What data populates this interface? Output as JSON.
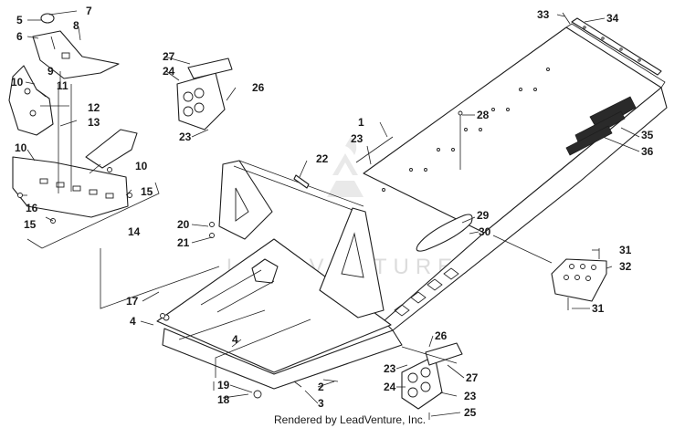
{
  "diagram": {
    "callouts": [
      {
        "id": "c1",
        "text": "1"
      },
      {
        "id": "c2",
        "text": "2"
      },
      {
        "id": "c3",
        "text": "3"
      },
      {
        "id": "c4a",
        "text": "4"
      },
      {
        "id": "c4b",
        "text": "4"
      },
      {
        "id": "c5",
        "text": "5"
      },
      {
        "id": "c6",
        "text": "6"
      },
      {
        "id": "c7",
        "text": "7"
      },
      {
        "id": "c8",
        "text": "8"
      },
      {
        "id": "c9",
        "text": "9"
      },
      {
        "id": "c10a",
        "text": "10"
      },
      {
        "id": "c10b",
        "text": "10"
      },
      {
        "id": "c10c",
        "text": "10"
      },
      {
        "id": "c11",
        "text": "11"
      },
      {
        "id": "c12",
        "text": "12"
      },
      {
        "id": "c13",
        "text": "13"
      },
      {
        "id": "c14",
        "text": "14"
      },
      {
        "id": "c15a",
        "text": "15"
      },
      {
        "id": "c15b",
        "text": "15"
      },
      {
        "id": "c16",
        "text": "16"
      },
      {
        "id": "c17",
        "text": "17"
      },
      {
        "id": "c18",
        "text": "18"
      },
      {
        "id": "c19",
        "text": "19"
      },
      {
        "id": "c20",
        "text": "20"
      },
      {
        "id": "c21",
        "text": "21"
      },
      {
        "id": "c22",
        "text": "22"
      },
      {
        "id": "c23a",
        "text": "23"
      },
      {
        "id": "c23b",
        "text": "23"
      },
      {
        "id": "c23c",
        "text": "23"
      },
      {
        "id": "c23d",
        "text": "23"
      },
      {
        "id": "c24a",
        "text": "24"
      },
      {
        "id": "c24b",
        "text": "24"
      },
      {
        "id": "c25",
        "text": "25"
      },
      {
        "id": "c26a",
        "text": "26"
      },
      {
        "id": "c26b",
        "text": "26"
      },
      {
        "id": "c27a",
        "text": "27"
      },
      {
        "id": "c27b",
        "text": "27"
      },
      {
        "id": "c28",
        "text": "28"
      },
      {
        "id": "c29",
        "text": "29"
      },
      {
        "id": "c30",
        "text": "30"
      },
      {
        "id": "c31a",
        "text": "31"
      },
      {
        "id": "c31b",
        "text": "31"
      },
      {
        "id": "c32",
        "text": "32"
      },
      {
        "id": "c33",
        "text": "33"
      },
      {
        "id": "c34",
        "text": "34"
      },
      {
        "id": "c35",
        "text": "35"
      },
      {
        "id": "c36",
        "text": "36"
      }
    ],
    "watermark": "LEADVENTURE",
    "footer": "Rendered by LeadVenture, Inc."
  }
}
